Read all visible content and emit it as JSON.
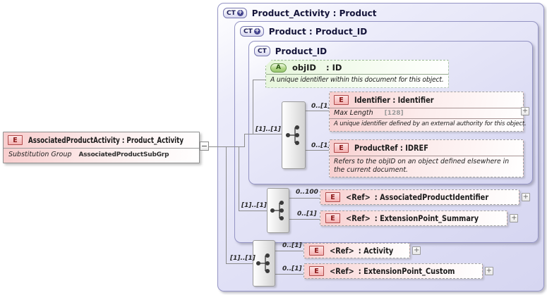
{
  "colors": {
    "container_fill": "#dcdcf4",
    "container_border": "#9494c4",
    "element_pink": "#f8cfcf",
    "element_border_red": "#b04a4a",
    "attribute_green": "#e6f5db",
    "badge_green_border": "#679549",
    "connector_gray": "#8c8c8c"
  },
  "source_element": {
    "badge": "E",
    "title": "AssociatedProductActivity : Product_Activity",
    "substitution_group_label": "Substitution Group",
    "substitution_group_value": "AssociatedProductSubGrp",
    "collapse_glyph": "−"
  },
  "containers": {
    "product_activity": {
      "badge": "CT",
      "plus": "+",
      "title": "Product_Activity : Product"
    },
    "product": {
      "badge": "CT",
      "plus": "+",
      "title": "Product : Product_ID"
    },
    "product_id": {
      "badge": "CT",
      "title": "Product_ID"
    }
  },
  "attribute_objid": {
    "badge": "A",
    "name": "objID",
    "type": ": ID",
    "note": "A unique identifier within this document for this object."
  },
  "groups": {
    "seq1_cardinality": "[1]..[1]",
    "seq2_cardinality": "[1]..[1]",
    "seq3_cardinality": "[1]..[1]"
  },
  "elements": {
    "identifier": {
      "badge": "E",
      "title": "Identifier : Identifier",
      "cardinality": "0..[1]",
      "facet_label": "Max Length",
      "facet_value": "[128]",
      "note": "A unique identifier defined by an external authority for this object.",
      "expander": "+"
    },
    "product_ref": {
      "badge": "E",
      "title": "ProductRef : IDREF",
      "cardinality": "0..[1]",
      "note": "Refers to the objID on an object defined elsewhere in the current document."
    },
    "associated_product_identifier": {
      "badge": "E",
      "name": "<Ref>",
      "type": ": AssociatedProductIdentifier",
      "cardinality": "0..100",
      "expander": "+"
    },
    "extension_point_summary": {
      "badge": "E",
      "name": "<Ref>",
      "type": ": ExtensionPoint_Summary",
      "cardinality": "0..[1]",
      "expander": "+"
    },
    "activity": {
      "badge": "E",
      "name": "<Ref>",
      "type": ": Activity",
      "cardinality": "0..[1]",
      "expander": "+"
    },
    "extension_point_custom": {
      "badge": "E",
      "name": "<Ref>",
      "type": ": ExtensionPoint_Custom",
      "cardinality": "0..[1]",
      "expander": "+"
    }
  }
}
